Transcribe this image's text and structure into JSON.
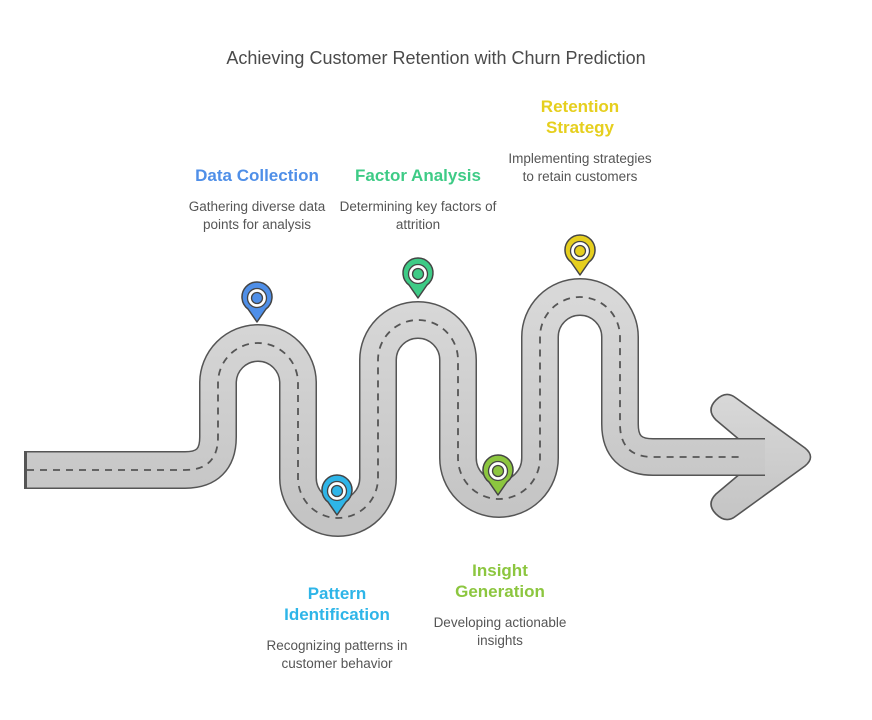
{
  "title": "Achieving Customer Retention with Churn Prediction",
  "road": {
    "fill": "#cccccc",
    "stroke": "#555555",
    "dash": "#555555"
  },
  "steps": [
    {
      "id": "data-collection",
      "heading": "Data Collection",
      "description": "Gathering diverse data points for analysis",
      "color": "#4f8fe8",
      "position": "top"
    },
    {
      "id": "pattern-identification",
      "heading": "Pattern Identification",
      "description": "Recognizing patterns in customer behavior",
      "color": "#2eb5e8",
      "position": "bottom"
    },
    {
      "id": "factor-analysis",
      "heading": "Factor Analysis",
      "description": "Determining key factors of attrition",
      "color": "#3ecb86",
      "position": "top"
    },
    {
      "id": "insight-generation",
      "heading": "Insight Generation",
      "description": "Developing actionable insights",
      "color": "#8cc63f",
      "position": "bottom"
    },
    {
      "id": "retention-strategy",
      "heading": "Retention Strategy",
      "description": "Implementing strategies to retain customers",
      "color": "#e6cf1e",
      "position": "top"
    }
  ]
}
